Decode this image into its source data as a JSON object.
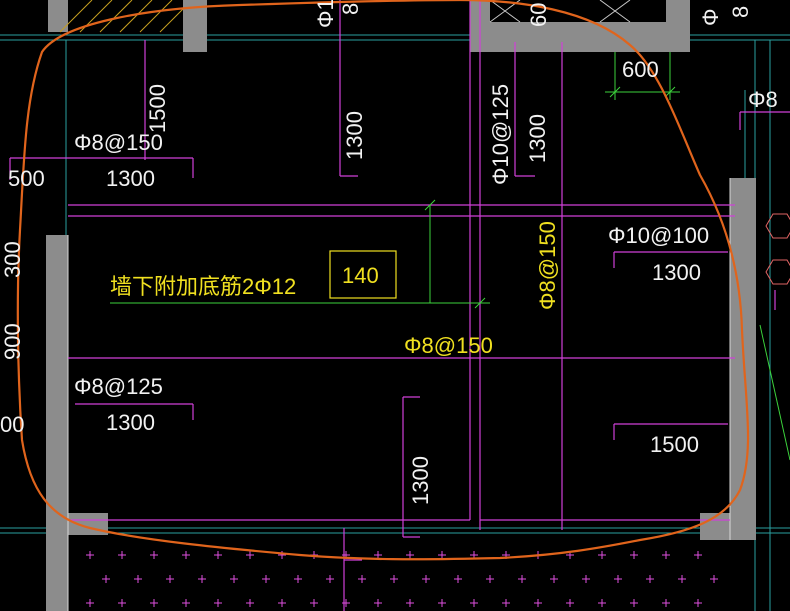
{
  "colors": {
    "background": "#000000",
    "rebar_line": "#d040d8",
    "wall": "#8c8c8c",
    "label_yellow": "#f0e020",
    "label_white": "#f2f2f2",
    "markup_circle": "#e0641c",
    "dimension_green": "#3cd23c",
    "grid_cyan": "#2aa0a0",
    "hatch_cross": "#e050e0"
  },
  "labels": {
    "top_left_cut": "Φ1",
    "top_left_cut_num": "8",
    "top_mid_cut": "60",
    "top_right_cut": "Φ",
    "top_right_cut_num": "8",
    "right_top_rebar": "Φ8",
    "left_dim_1500": "1500",
    "top_dim_1300": "1300",
    "rebar_phi10_125": "Φ10@125",
    "dim_1300_vertical": "1300",
    "dim_600": "600",
    "rebar_phi8_150_left": "Φ8@150",
    "dim_1300_left": "1300",
    "left_cut_500": "500",
    "left_cut_300": "300",
    "left_cut_900": "900",
    "left_cut_00": "00",
    "rebar_phi8_150_vertical": "Φ8@150",
    "rebar_phi10_100": "Φ10@100",
    "dim_1300_right": "1300",
    "slab_thickness": "140",
    "wall_note": "墙下附加底筋2Φ12",
    "rebar_phi8_150_center": "Φ8@150",
    "rebar_phi8_125": "Φ8@125",
    "dim_1300_lower_left": "1300",
    "dim_1300_lower_vertical": "1300",
    "dim_1500_right": "1500"
  }
}
